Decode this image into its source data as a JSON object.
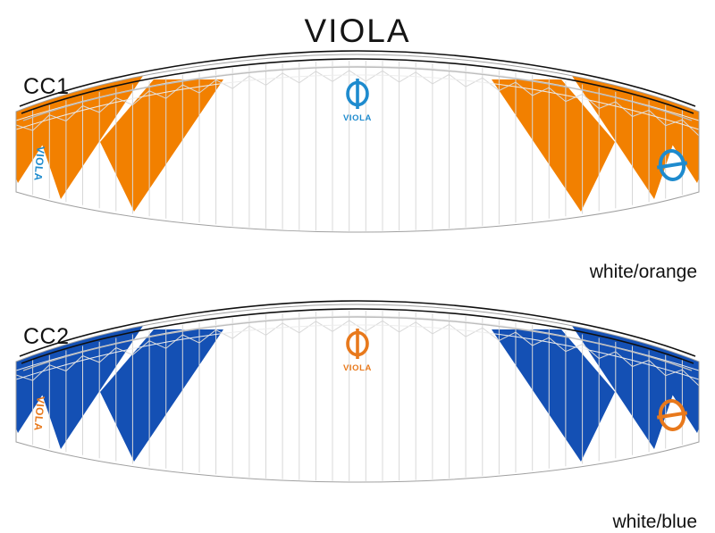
{
  "header": {
    "title": "VIOLA"
  },
  "wings": [
    {
      "id": "cc1",
      "label": "CC1",
      "colorway_label": "white/orange",
      "fabric_color": "#F28000",
      "logo_color": "#1E8BCE",
      "center_logo": {
        "symbol": "phi-symbol",
        "wordmark": "VIOLA"
      },
      "tip_logo": {
        "symbol": "phi-symbol"
      },
      "tip_wordmark": "VIOLA"
    },
    {
      "id": "cc2",
      "label": "CC2",
      "colorway_label": "white/blue",
      "fabric_color": "#1450B4",
      "logo_color": "#E8791C",
      "center_logo": {
        "symbol": "phi-symbol",
        "wordmark": "VIOLA"
      },
      "tip_logo": {
        "symbol": "phi-symbol"
      },
      "tip_wordmark": "VIOLA"
    }
  ],
  "canopy": {
    "base_color": "#FFFFFF",
    "cell_line_color": "#D8D8D8",
    "leading_edge_color": "#101010",
    "outline_color": "#9A9A9A"
  }
}
